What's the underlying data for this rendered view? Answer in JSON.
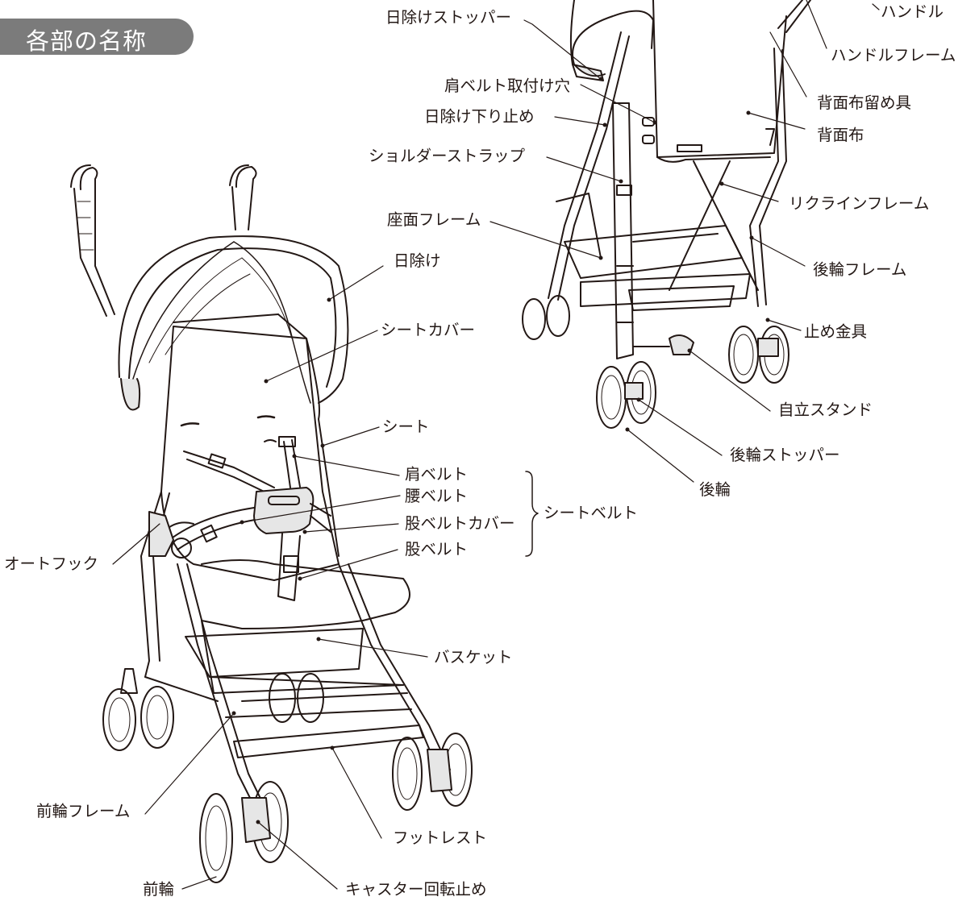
{
  "title": "各部の名称",
  "labels": {
    "sunshade_stopper": "日除けストッパー",
    "handle": "ハンドル",
    "handle_frame": "ハンドルフレーム",
    "shoulder_belt_hole": "肩ベルト取付け穴",
    "backcloth_fastener": "背面布留め具",
    "sunshade_lower_stop": "日除け下り止め",
    "backcloth": "背面布",
    "shoulder_strap": "ショルダーストラップ",
    "recline_frame": "リクラインフレーム",
    "seat_frame": "座面フレーム",
    "rear_wheel_frame": "後輪フレーム",
    "sunshade": "日除け",
    "stop_bracket": "止め金具",
    "seat_cover": "シートカバー",
    "self_stand": "自立スタンド",
    "seat": "シート",
    "rear_wheel_stopper": "後輪ストッパー",
    "shoulder_belt": "肩ベルト",
    "waist_belt": "腰ベルト",
    "crotch_belt_cover": "股ベルトカバー",
    "crotch_belt": "股ベルト",
    "seat_belt": "シートベルト",
    "rear_wheel": "後輪",
    "auto_hook": "オートフック",
    "basket": "バスケット",
    "front_wheel_frame": "前輪フレーム",
    "footrest": "フットレスト",
    "front_wheel": "前輪",
    "caster_lock": "キャスター回転止め"
  },
  "colors": {
    "badge": "#7b7b7b",
    "line": "#231815",
    "fill": "#e6e6e6"
  }
}
